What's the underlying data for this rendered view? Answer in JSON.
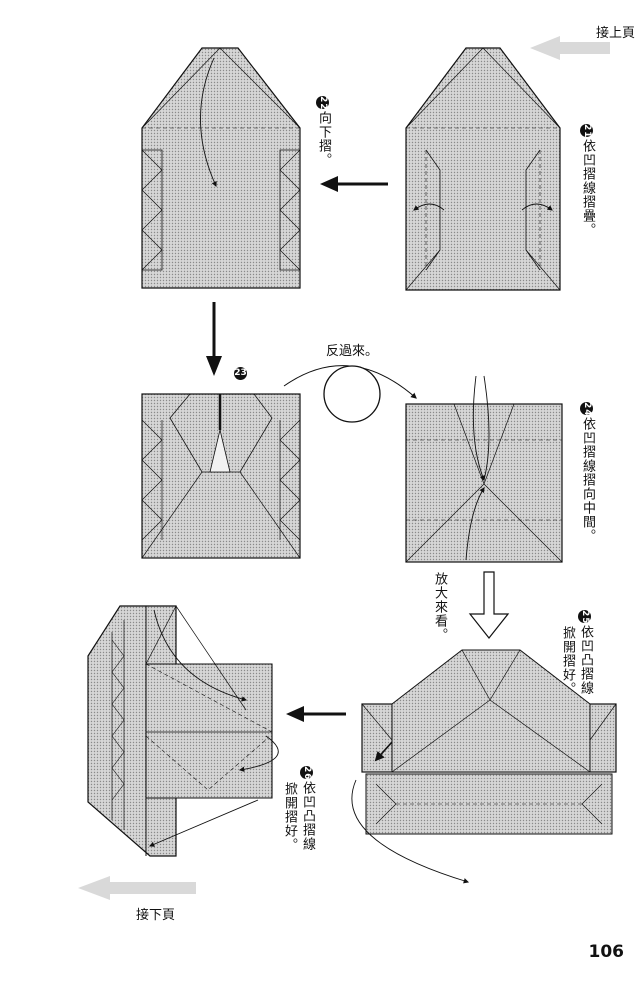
{
  "page": {
    "next_page_label": "接上頁",
    "prev_page_label": "接下頁",
    "page_number": "106"
  },
  "steps": [
    {
      "num": "21",
      "text": "依凹摺線摺疊。"
    },
    {
      "num": "22",
      "text": "向下摺。"
    },
    {
      "num": "23",
      "text": ""
    },
    {
      "num": "24",
      "text": "依凹摺線摺向中間。"
    },
    {
      "num": "25",
      "text": "依凹凸摺線",
      "text2": "掀開摺好。"
    },
    {
      "num": "26",
      "text": "依凹凸摺線",
      "text2": "掀開摺好。"
    }
  ],
  "labels": {
    "flip_over": "反過來。",
    "zoom_in": "放大來看。"
  },
  "colors": {
    "paper_fill": "#cfcfcf",
    "line": "#111111",
    "arrow_gray": "#d9d9d9"
  }
}
